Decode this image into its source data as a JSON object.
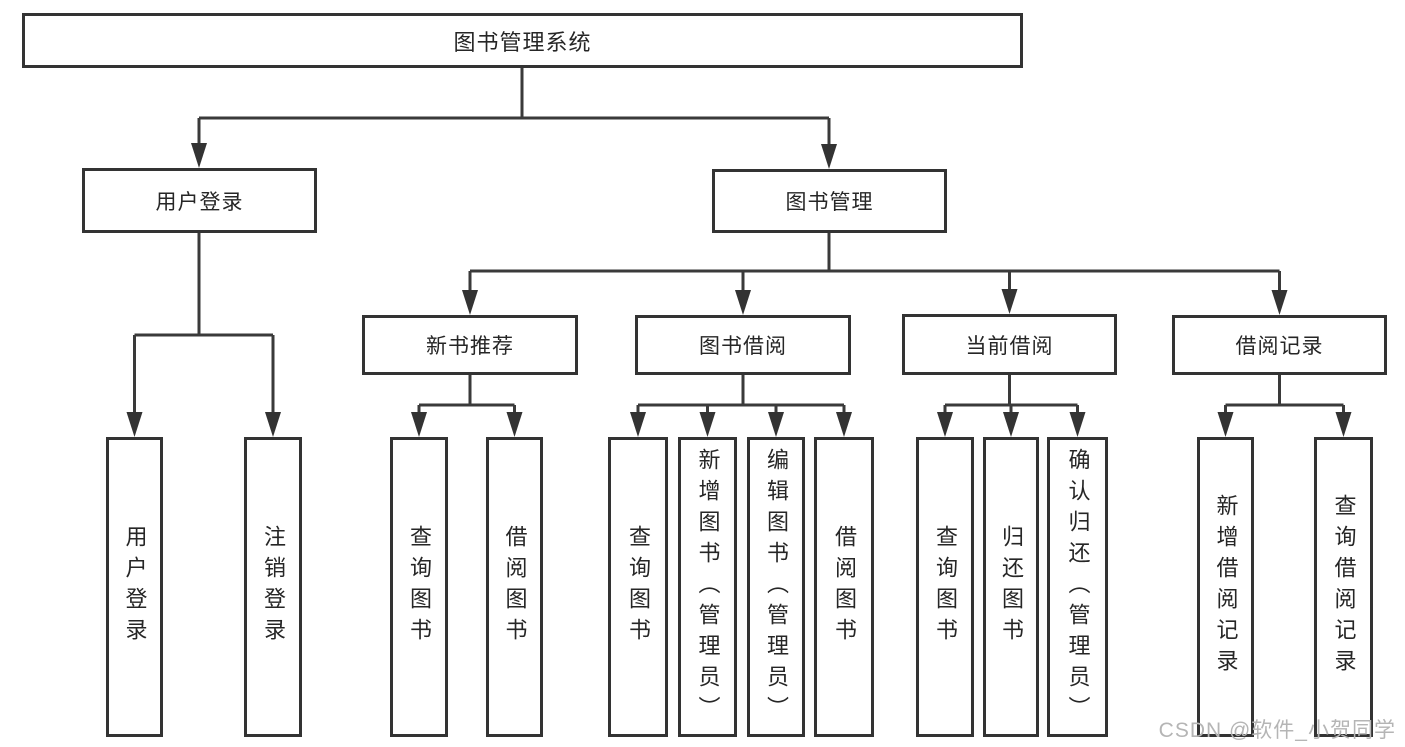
{
  "diagram": {
    "type": "hierarchy-tree",
    "colors": {
      "background": "#ffffff",
      "line": "#3a3a3a",
      "box_border": "#333333",
      "text": "#262626",
      "watermark": "#b5b5b5"
    },
    "tree": {
      "label": "图书管理系统",
      "children": [
        {
          "label": "用户登录",
          "children": [
            {
              "label": "用户登录"
            },
            {
              "label": "注销登录"
            }
          ]
        },
        {
          "label": "图书管理",
          "children": [
            {
              "label": "新书推荐",
              "children": [
                {
                  "label": "查询图书"
                },
                {
                  "label": "借阅图书"
                }
              ]
            },
            {
              "label": "图书借阅",
              "children": [
                {
                  "label": "查询图书"
                },
                {
                  "label": "新增图书（管理员）"
                },
                {
                  "label": "编辑图书（管理员）"
                },
                {
                  "label": "借阅图书"
                }
              ]
            },
            {
              "label": "当前借阅",
              "children": [
                {
                  "label": "查询图书"
                },
                {
                  "label": "归还图书"
                },
                {
                  "label": "确认归还（管理员）"
                }
              ]
            },
            {
              "label": "借阅记录",
              "children": [
                {
                  "label": "新增借阅记录"
                },
                {
                  "label": "查询借阅记录"
                }
              ]
            }
          ]
        }
      ]
    },
    "watermark": {
      "text": "CSDN @软件_小贺同学"
    }
  }
}
